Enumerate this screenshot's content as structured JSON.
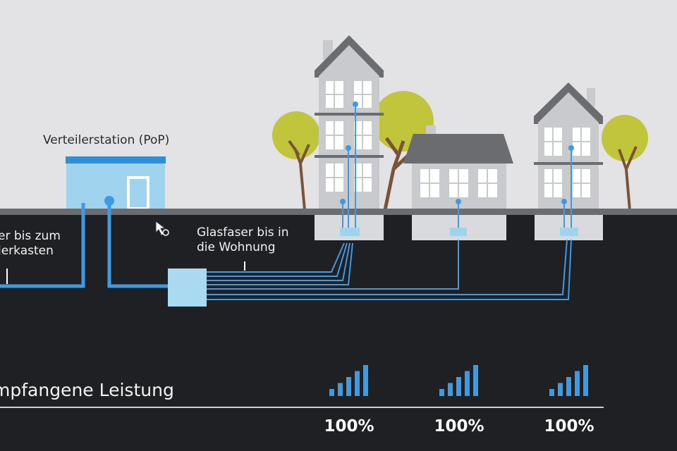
{
  "labels": {
    "pop": "Verteilerstation (PoP)",
    "left_line1": "er bis zum",
    "left_line2": "lerkasten",
    "fiber_line1": "Glasfaser bis in",
    "fiber_line2": "die Wohnung",
    "received_power": "mpfangene Leistung"
  },
  "signal": [
    {
      "value": "100%",
      "bars": 5,
      "level": 1.0
    },
    {
      "value": "100%",
      "bars": 5,
      "level": 1.0
    },
    {
      "value": "100%",
      "bars": 5,
      "level": 1.0
    }
  ],
  "colors": {
    "sky": "#e3e3e6",
    "ground": "#1f2023",
    "fiber": "#3d9be6",
    "building": "#c9cacd",
    "roof": "#6b6c70",
    "tree_crown": "#c0c53c",
    "trunk": "#7a5438",
    "pop_body": "#9fd3ee",
    "pop_roof": "#2f8fd6"
  }
}
